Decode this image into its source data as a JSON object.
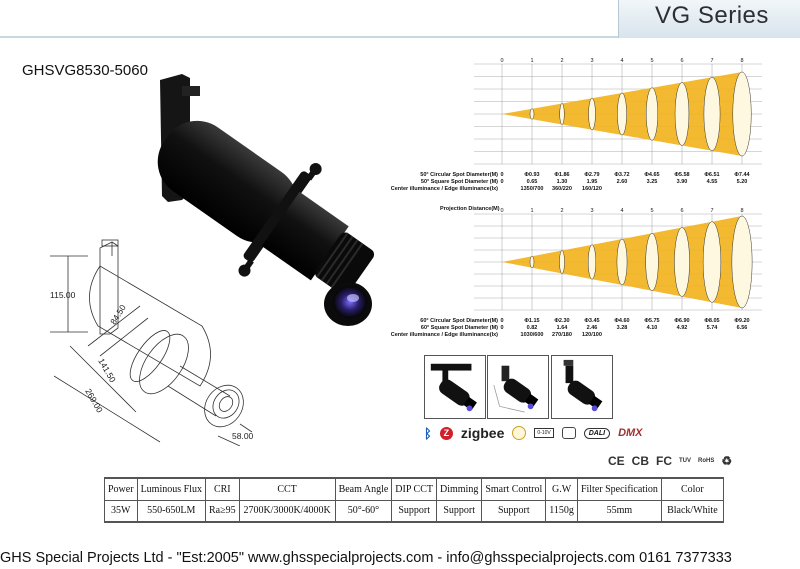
{
  "header": {
    "series": "VG Series"
  },
  "product": {
    "model": "GHSVG8530-5060"
  },
  "dimensions": {
    "height": "115.00",
    "width1": "84.50",
    "width2": "141.50",
    "length": "269.00",
    "diameter": "58.00"
  },
  "beam_50": {
    "distances": [
      "0",
      "1",
      "2",
      "3",
      "4",
      "5",
      "6",
      "7",
      "8"
    ],
    "row1_label": "50° Circular Spot Diameter(M)",
    "row2_label": "50° Square Spot Diameter (M)",
    "row3_label": "Center illuminance / Edge illuminance(lx)",
    "row1": [
      "0",
      "Φ0.93",
      "Φ1.86",
      "Φ2.79",
      "Φ3.72",
      "Φ4.65",
      "Φ5.58",
      "Φ6.51",
      "Φ7.44"
    ],
    "row2": [
      "0",
      "0.65",
      "1.30",
      "1.95",
      "2.60",
      "3.25",
      "3.90",
      "4.55",
      "5.20"
    ],
    "row3": [
      "1350/700",
      "360/220",
      "160/120"
    ]
  },
  "beam_60": {
    "projection_label": "Projection Distance(M)",
    "distances": [
      "0",
      "1",
      "2",
      "3",
      "4",
      "5",
      "6",
      "7",
      "8"
    ],
    "row1_label": "60° Circular Spot Diameter(M)",
    "row2_label": "60° Square Spot Diameter (M)",
    "row3_label": "Center illuminance / Edge illuminance(lx)",
    "row1": [
      "0",
      "Φ1.15",
      "Φ2.30",
      "Φ3.45",
      "Φ4.60",
      "Φ5.75",
      "Φ6.90",
      "Φ8.05",
      "Φ9.20"
    ],
    "row2": [
      "0",
      "0.82",
      "1.64",
      "2.46",
      "3.28",
      "4.10",
      "4.92",
      "5.74",
      "6.56"
    ],
    "row3": [
      "1030/600",
      "270/180",
      "120/100"
    ]
  },
  "controls": {
    "zigbee": "zigbee",
    "volt": "0-10V",
    "dali": "DALI",
    "dmx": "DMX"
  },
  "certifications": [
    "CE",
    "CB",
    "FC",
    "TUV",
    "RoHS",
    "♻"
  ],
  "spec_table": {
    "headers": [
      "Power",
      "Luminous Flux",
      "CRI",
      "CCT",
      "Beam Angle",
      "DIP CCT",
      "Dimming",
      "Smart Control",
      "G.W",
      "Filter Specification",
      "Color"
    ],
    "values": [
      "35W",
      "550-650LM",
      "Ra≥95",
      "2700K/3000K/4000K",
      "50°-60°",
      "Support",
      "Support",
      "Support",
      "1150g",
      "55mm",
      "Black/White"
    ]
  },
  "footer": "GHS Special Projects Ltd - \"Est:2005\" www.ghsspecialprojects.com - info@ghsspecialprojects.com 0161 7377333",
  "colors": {
    "beam": "#f2b21b",
    "accent": "#2b2f33"
  }
}
